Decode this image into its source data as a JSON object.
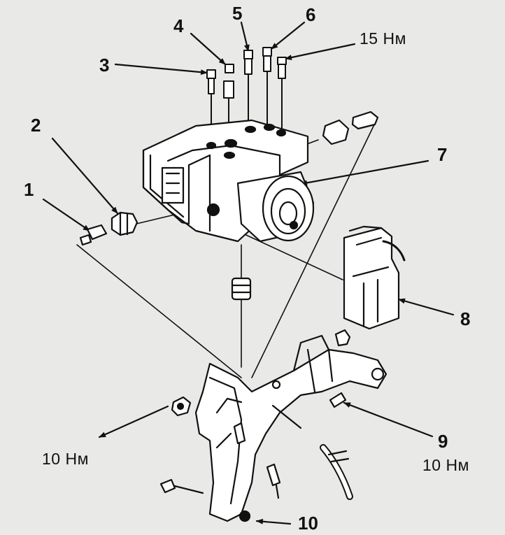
{
  "callouts": {
    "c1": "1",
    "c2": "2",
    "c3": "3",
    "c4": "4",
    "c5": "5",
    "c6": "6",
    "c7": "7",
    "c8": "8",
    "c9": "9",
    "c10": "10"
  },
  "torques": {
    "top": "15 Нм",
    "left": "10 Нм",
    "right": "10 Нм"
  },
  "colors": {
    "ink": "#111111",
    "paper": "#e9e9e7",
    "shade": "#bdbdbb"
  }
}
